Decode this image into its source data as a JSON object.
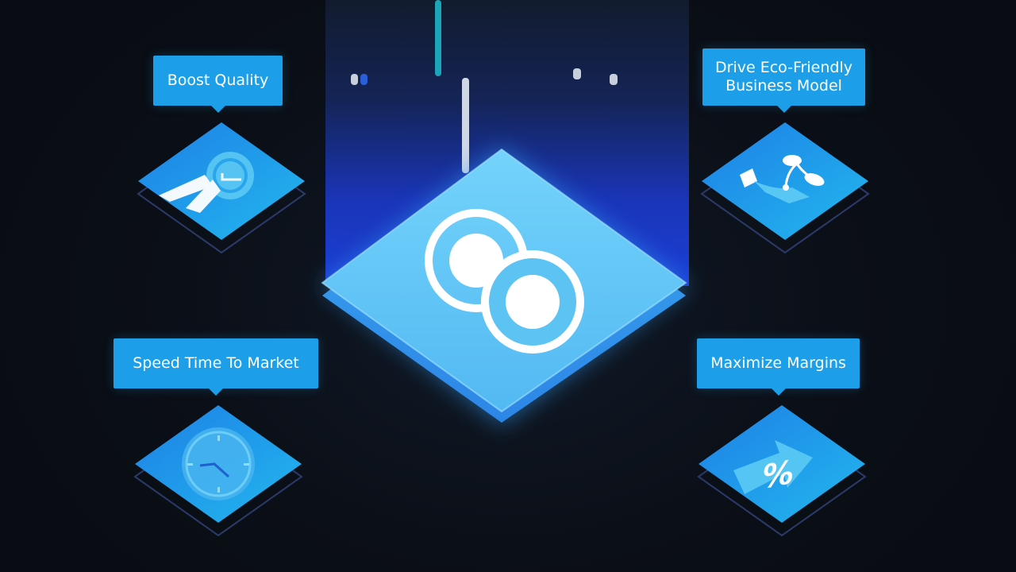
{
  "labels": {
    "top_left": "Boost Quality",
    "top_right": "Drive Eco-Friendly\nBusiness Model",
    "bottom_left": "Speed Time To Market",
    "bottom_right": "Maximize Margins"
  },
  "icons": {
    "center": "infinity-rings-icon",
    "top_left": "award-ribbon-icon",
    "top_right": "hand-sprout-icon",
    "bottom_left": "clock-icon",
    "bottom_right": "percent-arrow-icon"
  },
  "colors": {
    "background": "#0b0f17",
    "label_blue": "#1c9fe8",
    "tile_light": "#5cc6f4",
    "tile_dark": "#1a6ee0",
    "beam_blue": "#1c3fd6"
  },
  "percent_symbol": "%"
}
